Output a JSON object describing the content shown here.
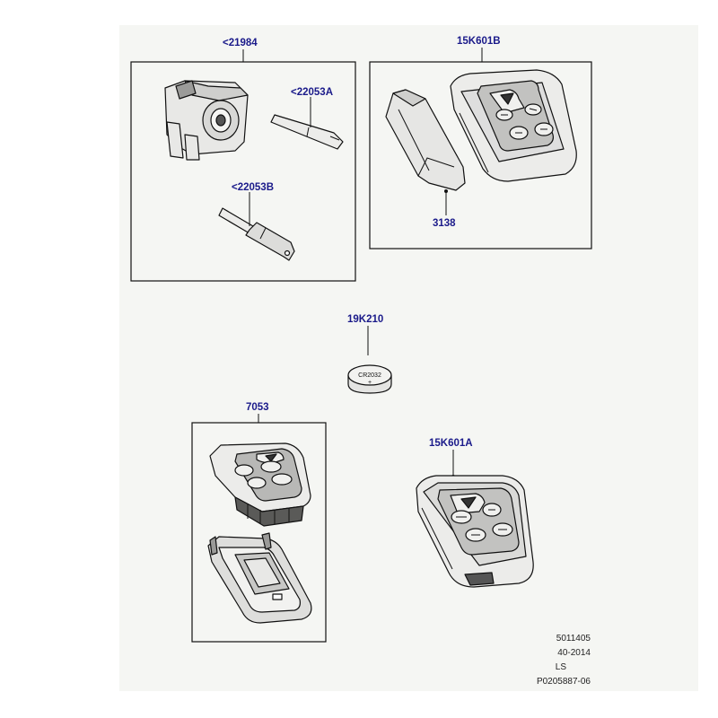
{
  "parts": {
    "p21984": "<21984",
    "p22053A": "<22053A",
    "p22053B": "<22053B",
    "p15K601B": "15K601B",
    "p3138": "3138",
    "p19K210": "19K210",
    "p7053": "7053",
    "p15K601A": "15K601A"
  },
  "battery_marking": "CR2032",
  "battery_plus": "+",
  "footer": {
    "line1": "5011405",
    "line2": "40-2014",
    "line3": "LS",
    "line4": "P0205887-06"
  },
  "colors": {
    "label": "#1a1a8a",
    "background": "#f5f6f3"
  }
}
